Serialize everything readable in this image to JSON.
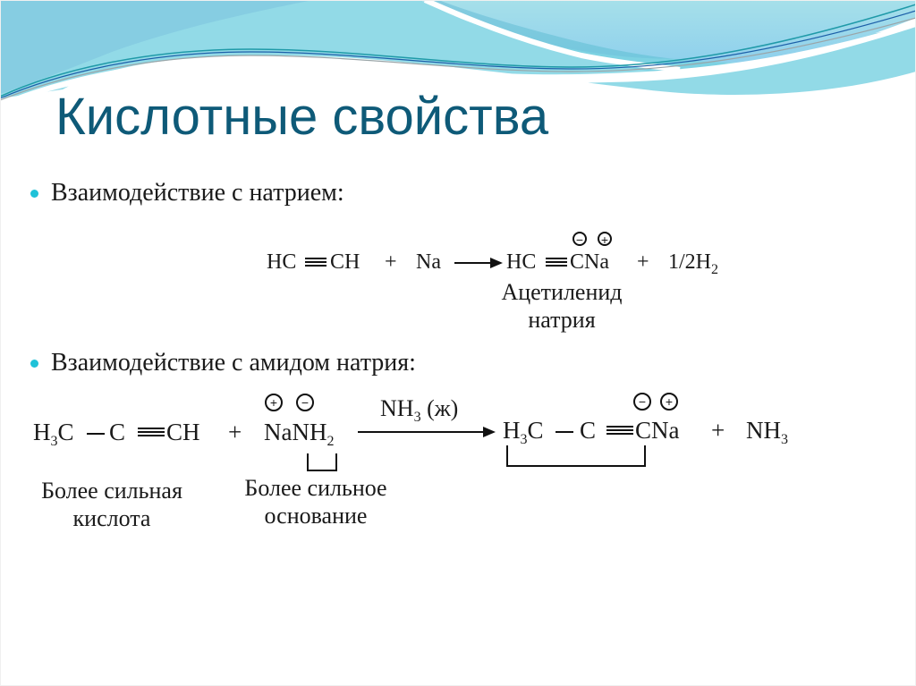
{
  "slide": {
    "title": "Кислотные свойства",
    "accent_color": "#0e5a78",
    "bullet_color": "#1fc2d8"
  },
  "section1": {
    "bullet": "Взаимодействие с натрием:",
    "reaction": {
      "reactant1_left": "HC",
      "reactant1_right": "CH",
      "plus1": "+",
      "reactant2": "Na",
      "product1_left": "HC",
      "product1_right": "CNa",
      "plus2": "+",
      "product2_coef": "1/2H",
      "product2_sub": "2",
      "charge_minus": "−",
      "charge_plus": "+",
      "product_label_line1": "Ацетиленид",
      "product_label_line2": "натрия"
    }
  },
  "section2": {
    "bullet": "Взаимодействие с амидом натрия:",
    "reaction": {
      "r1_a": "H",
      "r1_a_sub": "3",
      "r1_a_rest": "C",
      "r1_b": "C",
      "r1_c": "CH",
      "plus1": "+",
      "r2": "NaNH",
      "r2_sub": "2",
      "r2_charge_plus": "+",
      "r2_charge_minus": "−",
      "condition": "NH",
      "condition_sub": "3",
      "condition_rest": " (ж)",
      "p1_a": "H",
      "p1_a_sub": "3",
      "p1_a_rest": "C",
      "p1_b": "C",
      "p1_c": "CNa",
      "p1_charge_minus": "−",
      "p1_charge_plus": "+",
      "plus2": "+",
      "p2": "NH",
      "p2_sub": "3",
      "label_acid_line1": "Более сильная",
      "label_acid_line2": "кислота",
      "label_base_line1": "Более сильное",
      "label_base_line2": "основание"
    }
  }
}
